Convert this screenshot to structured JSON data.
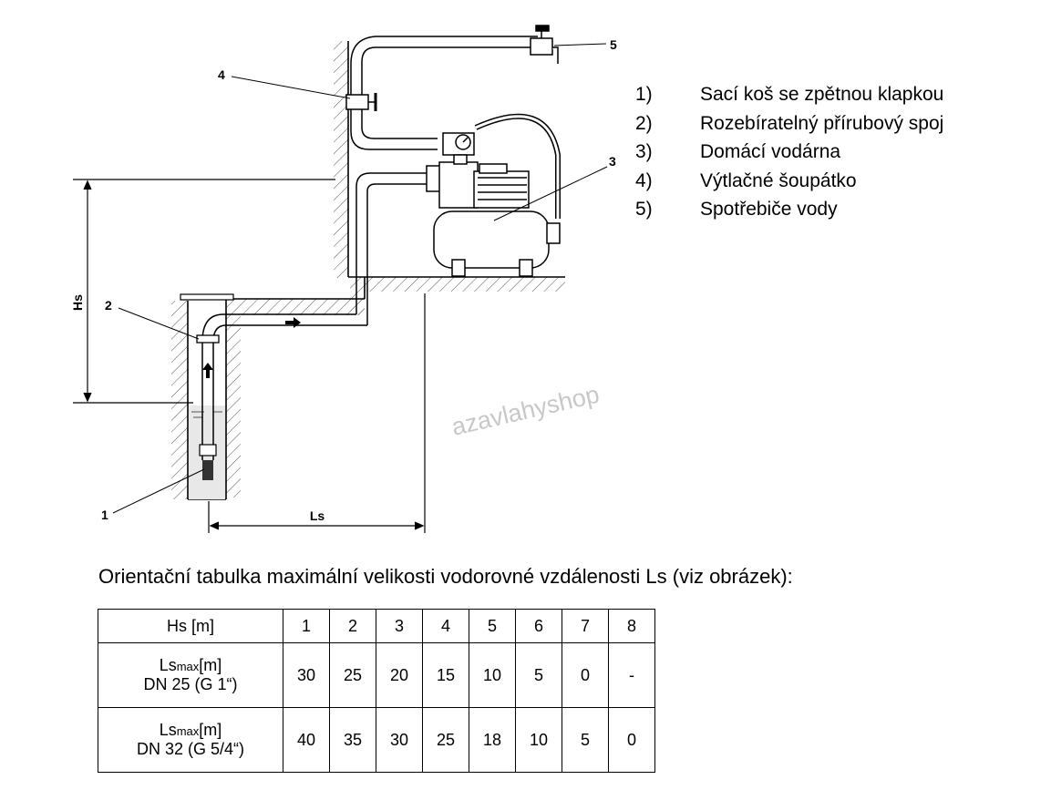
{
  "diagram": {
    "callouts": [
      "1",
      "2",
      "3",
      "4",
      "5"
    ],
    "dimensions": {
      "vertical": "Hs",
      "horizontal": "Ls"
    },
    "watermark": "azavlahyshop"
  },
  "legend": [
    {
      "num": "1)",
      "text": "Sací koš se zpětnou klapkou"
    },
    {
      "num": "2)",
      "text": "Rozebíratelný přírubový spoj"
    },
    {
      "num": "3)",
      "text": "Domácí vodárna"
    },
    {
      "num": "4)",
      "text": "Výtlačné šoupátko"
    },
    {
      "num": "5)",
      "text": "Spotřebiče vody"
    }
  ],
  "table": {
    "caption": "Orientační tabulka maximální velikosti vodorovné vzdálenosti Ls (viz obrázek):",
    "header": {
      "label": "Hs [m]",
      "values": [
        "1",
        "2",
        "3",
        "4",
        "5",
        "6",
        "7",
        "8"
      ]
    },
    "rows": [
      {
        "label_main": "Ls",
        "label_sub": "max",
        "label_unit": "[m]",
        "label_line2": "DN 25 (G 1“)",
        "values": [
          "30",
          "25",
          "20",
          "15",
          "10",
          "5",
          "0",
          "-"
        ]
      },
      {
        "label_main": "Ls",
        "label_sub": "max",
        "label_unit": "[m]",
        "label_line2": "DN 32 (G 5/4“)",
        "values": [
          "40",
          "35",
          "30",
          "25",
          "18",
          "10",
          "5",
          "0"
        ]
      }
    ]
  }
}
